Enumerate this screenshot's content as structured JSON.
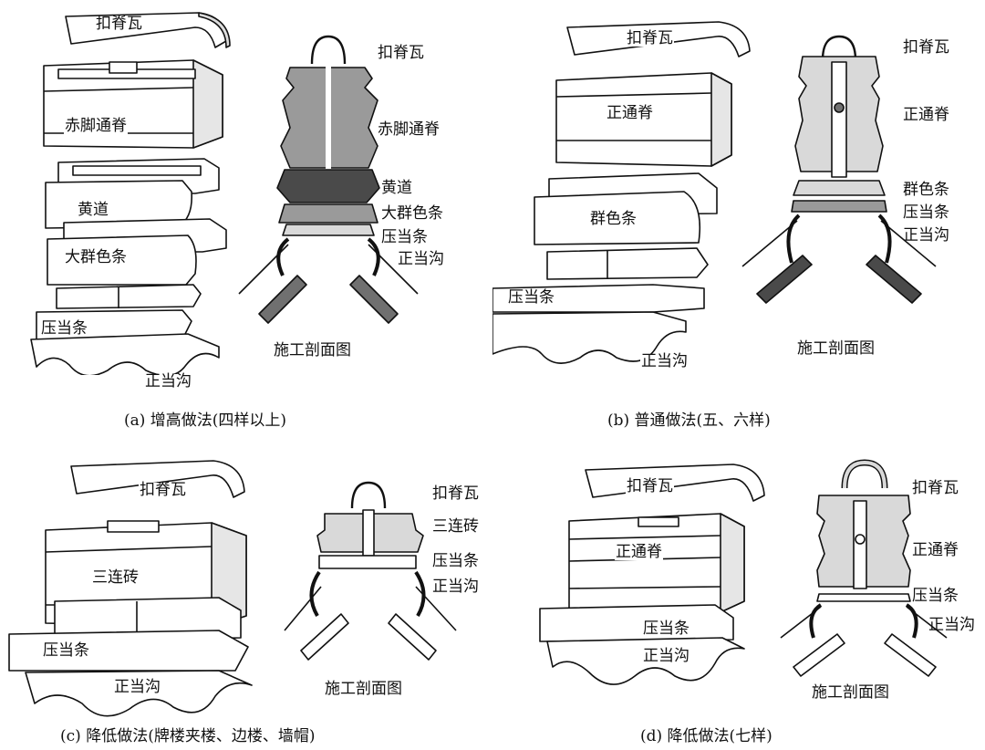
{
  "panels": [
    {
      "id": "a",
      "caption": "(a) 增高做法(四样以上)",
      "exploded_labels": [
        "扣脊瓦",
        "赤脚通脊",
        "黄道",
        "大群色条",
        "压当条",
        "正当沟"
      ],
      "section_labels": [
        "扣脊瓦",
        "赤脚通脊",
        "黄道",
        "大群色条",
        "压当条",
        "正当沟"
      ],
      "section_title": "施工剖面图"
    },
    {
      "id": "b",
      "caption": "(b) 普通做法(五、六样)",
      "exploded_labels": [
        "扣脊瓦",
        "正通脊",
        "群色条",
        "压当条",
        "正当沟"
      ],
      "section_labels": [
        "扣脊瓦",
        "正通脊",
        "群色条",
        "压当条",
        "正当沟"
      ],
      "section_title": "施工剖面图"
    },
    {
      "id": "c",
      "caption": "(c) 降低做法(牌楼夹楼、边楼、墙帽)",
      "exploded_labels": [
        "扣脊瓦",
        "三连砖",
        "压当条",
        "正当沟"
      ],
      "section_labels": [
        "扣脊瓦",
        "三连砖",
        "压当条",
        "正当沟"
      ],
      "section_title": "施工剖面图"
    },
    {
      "id": "d",
      "caption": "(d) 降低做法(七样)",
      "exploded_labels": [
        "扣脊瓦",
        "正通脊",
        "压当条",
        "正当沟"
      ],
      "section_labels": [
        "扣脊瓦",
        "正通脊",
        "压当条",
        "正当沟"
      ],
      "section_title": "施工剖面图"
    }
  ],
  "colors": {
    "ink": "#111111",
    "dark_gray": "#707070",
    "mid_gray": "#9a9a9a",
    "light_gray": "#d9d9d9",
    "darker_gray": "#4a4a4a"
  }
}
